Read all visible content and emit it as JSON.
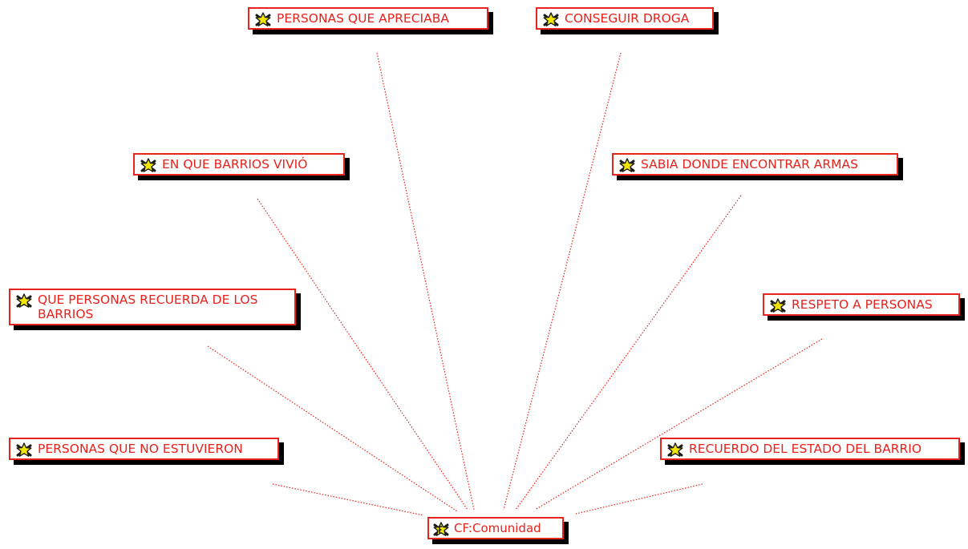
{
  "diagram": {
    "root": {
      "id": "comunidad",
      "label": "CF:Comunidad",
      "icon": "family-code-icon"
    },
    "codes": [
      {
        "id": "personas-que-apreciaba",
        "label": "PERSONAS QUE APRECIABA",
        "icon": "code-icon"
      },
      {
        "id": "conseguir-droga",
        "label": "CONSEGUIR DROGA",
        "icon": "code-icon"
      },
      {
        "id": "en-que-barrios-vivio",
        "label": "EN QUE BARRIOS VIVIÓ",
        "icon": "code-icon"
      },
      {
        "id": "sabia-donde-encontrar-armas",
        "label": "SABIA DONDE ENCONTRAR ARMAS",
        "icon": "code-icon"
      },
      {
        "id": "que-personas-recuerda",
        "label": "QUE PERSONAS RECUERDA DE LOS BARRIOS",
        "icon": "code-icon"
      },
      {
        "id": "respeto-a-personas",
        "label": "RESPETO A PERSONAS",
        "icon": "code-icon"
      },
      {
        "id": "personas-que-no-estuvieron",
        "label": "PERSONAS QUE NO ESTUVIERON",
        "icon": "code-icon"
      },
      {
        "id": "recuerdo-del-estado-del-barrio",
        "label": "RECUERDO DEL ESTADO DEL BARRIO",
        "icon": "code-icon"
      }
    ],
    "colors": {
      "border": "#e8221c",
      "text": "#e8221c",
      "link": "#e8221c",
      "shadow": "#000000",
      "icon_fill": "#f2e600",
      "icon_outline": "#1a1a1a"
    }
  }
}
